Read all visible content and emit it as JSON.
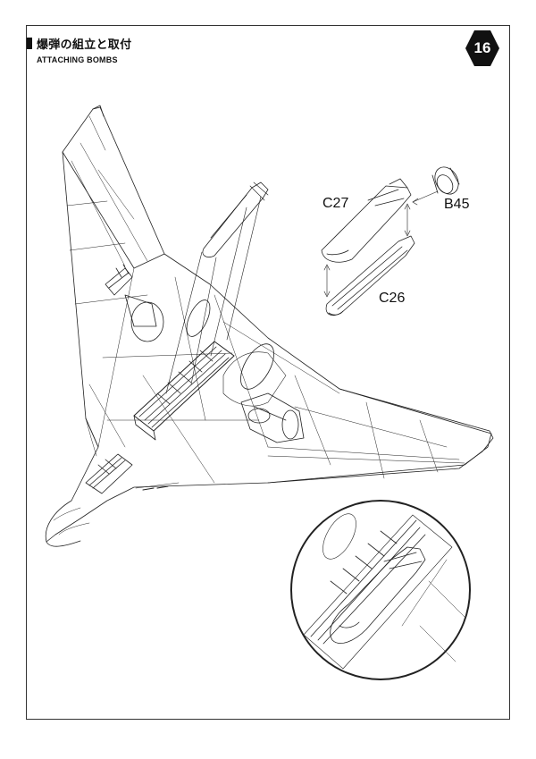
{
  "header": {
    "title_jp": "爆弾の組立と取付",
    "title_en": "ATTACHING BOMBS",
    "step_number": "16"
  },
  "parts": {
    "c27": "C27",
    "b45": "B45",
    "c26": "C26"
  }
}
